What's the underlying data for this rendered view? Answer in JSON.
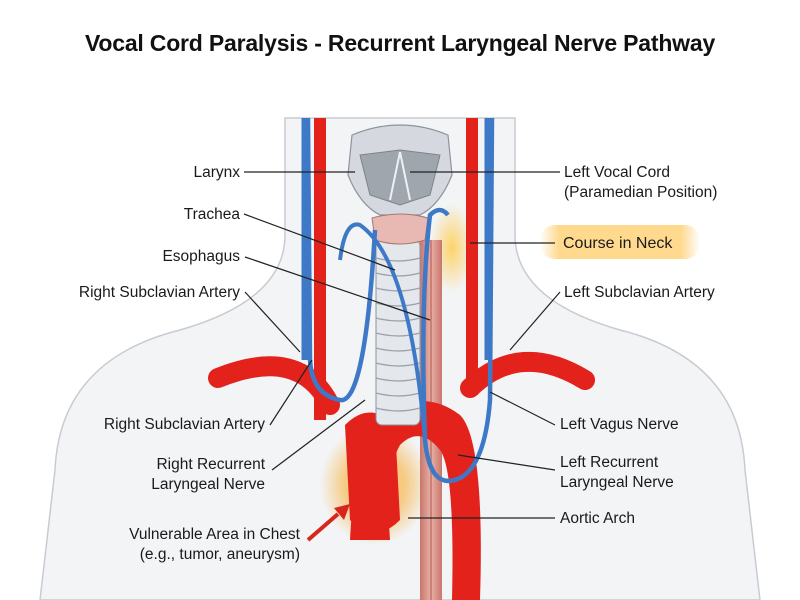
{
  "title": "Vocal Cord Paralysis - Recurrent Laryngeal Nerve Pathway",
  "labels": {
    "larynx": "Larynx",
    "trachea": "Trachea",
    "esophagus": "Esophagus",
    "right_subclavian_artery_upper": "Right Subclavian Artery",
    "right_subclavian_artery_lower": "Right Subclavian Artery",
    "right_recurrent_laryngeal_nerve": [
      "Right Recurrent",
      "Laryngeal Nerve"
    ],
    "vulnerable_area": [
      "Vulnerable Area in Chest",
      "(e.g., tumor, aneurysm)"
    ],
    "left_vocal_cord": [
      "Left Vocal Cord",
      "(Paramedian Position)"
    ],
    "course_in_neck": "Course in Neck",
    "left_subclavian_artery": "Left Subclavian Artery",
    "left_vagus_nerve": "Left Vagus Nerve",
    "left_recurrent_laryngeal_nerve": [
      "Left Recurrent",
      "Laryngeal Nerve"
    ],
    "aortic_arch": "Aortic Arch"
  },
  "colors": {
    "artery": "#e3221c",
    "nerve": "#3e79c7",
    "highlight": "#f6a623",
    "cartilage": "#d9dde3",
    "esophagus": "#d98a80"
  }
}
